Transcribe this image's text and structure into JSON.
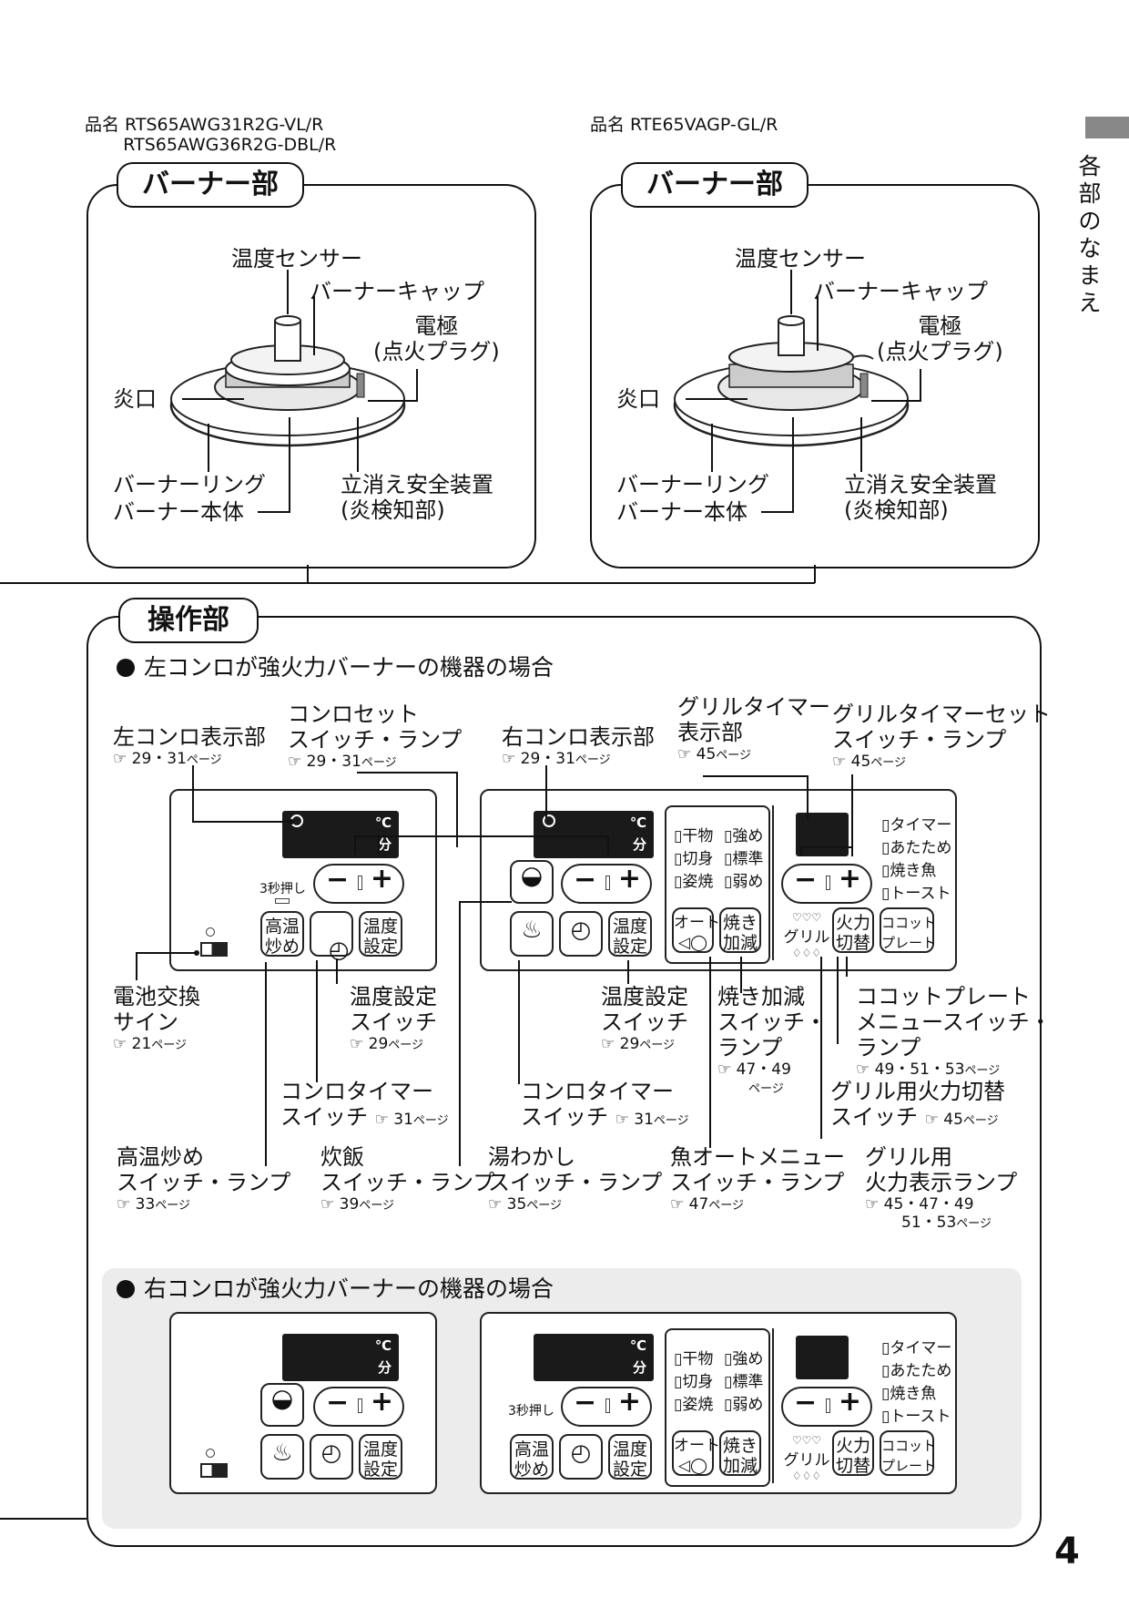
{
  "header": {
    "model_left": "品名 RTS65AWG31R2G-VL/R\n       RTS65AWG36R2G-DBL/R",
    "model_right": "品名 RTE65VAGP-GL/R",
    "side_title": "各\n部\nの\nな\nま\nえ",
    "page_number": "4"
  },
  "burner": {
    "tab": "バーナー部",
    "labels": {
      "sensor": "温度センサー",
      "cap": "バーナーキャップ",
      "electrode": "電極\n(点火プラグ)",
      "port": "炎口",
      "ring": "バーナーリング",
      "body": "バーナー本体",
      "safety": "立消え安全装置\n(炎検知部)"
    }
  },
  "operation": {
    "tab": "操作部",
    "case_left": "左コンロが強火力バーナーの機器の場合",
    "case_right": "右コンロが強火力バーナーの機器の場合",
    "labels": {
      "left_display": "左コンロ表示部",
      "left_display_ref": "☞ 29・31",
      "set_switch": "コンロセット\nスイッチ・ランプ",
      "set_switch_ref": "☞ 29・31",
      "right_display": "右コンロ表示部",
      "right_display_ref": "☞ 29・31",
      "grill_timer_disp": "グリルタイマー\n表示部",
      "grill_timer_disp_ref": "☞ 45",
      "grill_timer_set": "グリルタイマーセット\nスイッチ・ランプ",
      "grill_timer_set_ref": "☞ 45",
      "battery": "電池交換\nサイン",
      "battery_ref": "☞ 21",
      "temp_set_l": "温度設定\nスイッチ",
      "temp_set_l_ref": "☞ 29",
      "temp_set_r": "温度設定\nスイッチ",
      "temp_set_r_ref": "☞ 29",
      "yaki": "焼き加減\nスイッチ・\nランプ",
      "yaki_ref": "☞ 47・49",
      "yaki_ref2": "ページ",
      "cocotte": "ココットプレート\nメニュースイッチ・\nランプ",
      "cocotte_ref": "☞ 49・51・53",
      "timer_l": "コンロタイマー\nスイッチ",
      "timer_l_ref": "☞ 31",
      "timer_r": "コンロタイマー\nスイッチ",
      "timer_r_ref": "☞ 31",
      "grill_fire": "グリル用火力切替\nスイッチ",
      "grill_fire_ref": "☞ 45",
      "hot": "高温炒め\nスイッチ・ランプ",
      "hot_ref": "☞ 33",
      "rice": "炊飯\nスイッチ・ランプ",
      "rice_ref": "☞ 39",
      "kettle": "湯わかし\nスイッチ・ランプ",
      "kettle_ref": "☞ 35",
      "fish": "魚オートメニュー\nスイッチ・ランプ",
      "fish_ref": "☞ 47",
      "grill_lamp": "グリル用\n火力表示ランプ",
      "grill_lamp_ref": "☞ 45・47・49",
      "grill_lamp_ref2": "51・53",
      "page_suffix": "ページ"
    },
    "panel": {
      "unit_c": "℃",
      "unit_min": "分",
      "press3": "3秒押し",
      "btn_hot": "高温\n炒め",
      "btn_temp": "温度\n設定",
      "btn_auto": "オート",
      "btn_yaki": "焼き\n加減",
      "btn_grill": "グリル",
      "btn_fire": "火力\n切替",
      "btn_cocotte": "ココット\nプレート",
      "menu_a": "▯干物\n▯切身\n▯姿焼",
      "menu_b": "▯強め\n▯標準\n▯弱め",
      "menu_c": "▯タイマー\n▯あたため\n▯焼き魚\n▯トースト",
      "minus": "−",
      "plus": "+"
    }
  }
}
